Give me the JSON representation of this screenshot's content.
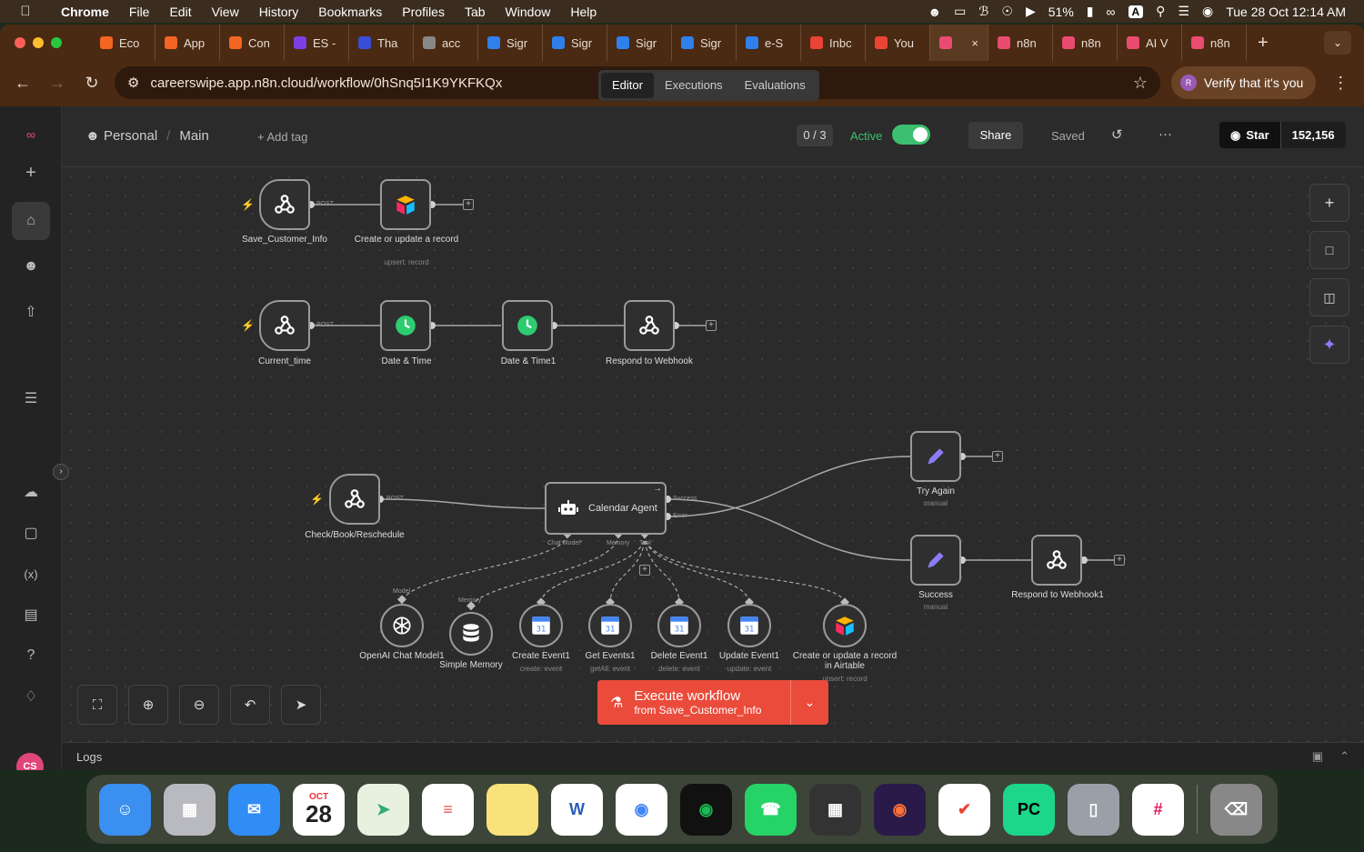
{
  "menubar": {
    "app": "Chrome",
    "items": [
      "File",
      "Edit",
      "View",
      "History",
      "Bookmarks",
      "Profiles",
      "Tab",
      "Window",
      "Help"
    ],
    "battery": "51%",
    "input_source": "A",
    "datetime": "Tue 28 Oct  12:14 AM"
  },
  "tabs": [
    {
      "label": "Eco",
      "fav_color": "#f26522"
    },
    {
      "label": "App",
      "fav_color": "#f26522"
    },
    {
      "label": "Con",
      "fav_color": "#f26522"
    },
    {
      "label": "ES -",
      "fav_color": "#7b3fe4"
    },
    {
      "label": "Tha",
      "fav_color": "#3a4ed8"
    },
    {
      "label": "acc",
      "fav_color": "#888888"
    },
    {
      "label": "Sigr",
      "fav_color": "#2f80ed"
    },
    {
      "label": "Sigr",
      "fav_color": "#2f80ed"
    },
    {
      "label": "Sigr",
      "fav_color": "#2f80ed"
    },
    {
      "label": "Sigr",
      "fav_color": "#2f80ed"
    },
    {
      "label": "e-S",
      "fav_color": "#2f80ed"
    },
    {
      "label": "Inbc",
      "fav_color": "#ea4335"
    },
    {
      "label": "You",
      "fav_color": "#ea4335"
    },
    {
      "label": "",
      "fav_color": "#ea4b71",
      "active": true
    },
    {
      "label": "n8n",
      "fav_color": "#ea4b71"
    },
    {
      "label": "n8n",
      "fav_color": "#ea4b71"
    },
    {
      "label": "AI V",
      "fav_color": "#ea4b71"
    },
    {
      "label": "n8n",
      "fav_color": "#ea4b71"
    }
  ],
  "toolbar": {
    "url": "careerswipe.app.n8n.cloud/workflow/0hSnq5I1K9YKFKQx",
    "verify_label": "Verify that it's you",
    "verify_avatar": "R"
  },
  "header": {
    "project": "Personal",
    "workflow": "Main",
    "add_tag": "+ Add tag",
    "counter": "0 / 3",
    "active_label": "Active",
    "active": true,
    "share_label": "Share",
    "saved_label": "Saved",
    "more_label": "···",
    "github_star": "Star",
    "github_count": "152,156"
  },
  "mode_tabs": [
    {
      "label": "Editor",
      "active": true
    },
    {
      "label": "Executions",
      "active": false
    },
    {
      "label": "Evaluations",
      "active": false
    }
  ],
  "nodes": {
    "save_customer_info": {
      "label": "Save_Customer_Info",
      "port": "POST"
    },
    "create_update_record": {
      "label": "Create or update a record",
      "sub": "upsert: record"
    },
    "current_time": {
      "label": "Current_time",
      "port": "POST"
    },
    "date_time": {
      "label": "Date & Time"
    },
    "date_time1": {
      "label": "Date & Time1"
    },
    "respond_webhook": {
      "label": "Respond to Webhook"
    },
    "check_book": {
      "label": "Check/Book/Reschedule",
      "port": "POST"
    },
    "calendar_agent": {
      "label": "Calendar Agent",
      "port_success": "Success",
      "port_error": "Error",
      "port_chat": "Chat Model*",
      "port_memory": "Memory",
      "port_tool": "Tool"
    },
    "try_again": {
      "label": "Try Again",
      "sub": "manual"
    },
    "success": {
      "label": "Success",
      "sub": "manual"
    },
    "respond_webhook1": {
      "label": "Respond to Webhook1"
    },
    "openai": {
      "label": "OpenAI Chat Model1",
      "port": "Model"
    },
    "memory": {
      "label": "Simple Memory",
      "port": "Memory"
    },
    "create_event": {
      "label": "Create Event1",
      "sub": "create: event"
    },
    "get_events": {
      "label": "Get Events1",
      "sub": "getAll: event"
    },
    "delete_event": {
      "label": "Delete Event1",
      "sub": "delete: event"
    },
    "update_event": {
      "label": "Update Event1",
      "sub": "update: event"
    },
    "airtable2": {
      "label": "Create or update a record in Airtable",
      "sub": "upsert: record"
    }
  },
  "execute": {
    "title": "Execute workflow",
    "subtitle": "from Save_Customer_Info"
  },
  "logs": {
    "label": "Logs"
  },
  "user_avatar": "CS",
  "dock": {
    "calendar_month": "OCT",
    "calendar_day": "28"
  },
  "colors": {
    "accent": "#ea4b3b",
    "active_green": "#3cbf6e",
    "node_border": "#9a9a9a"
  }
}
